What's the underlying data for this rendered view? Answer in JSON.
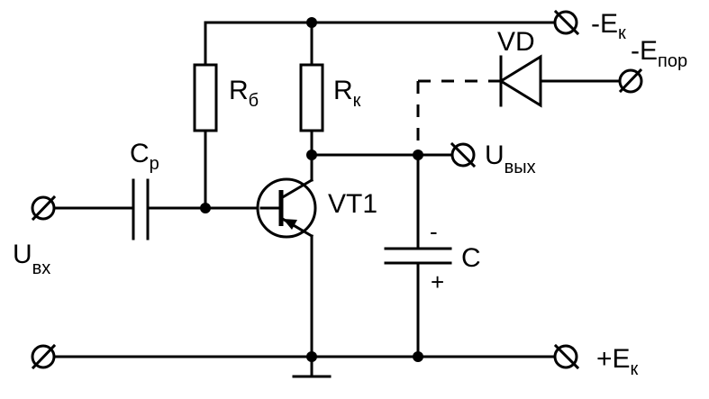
{
  "labels": {
    "ek_top": {
      "main": "-E",
      "sub": "к"
    },
    "epor": {
      "main": "-E",
      "sub": "пор"
    },
    "vd": {
      "main": "VD"
    },
    "rb": {
      "main": "R",
      "sub": "б"
    },
    "rk": {
      "main": "R",
      "sub": "к"
    },
    "cp": {
      "main": "C",
      "sub": "p"
    },
    "uout": {
      "main": "U",
      "sub": "вых"
    },
    "vt1": {
      "main": "VT1"
    },
    "uin": {
      "main": "U",
      "sub": "вх"
    },
    "cap": {
      "main": "C",
      "minus": "-",
      "plus": "+"
    },
    "ek_bot": {
      "main": "+E",
      "sub": "к"
    }
  }
}
